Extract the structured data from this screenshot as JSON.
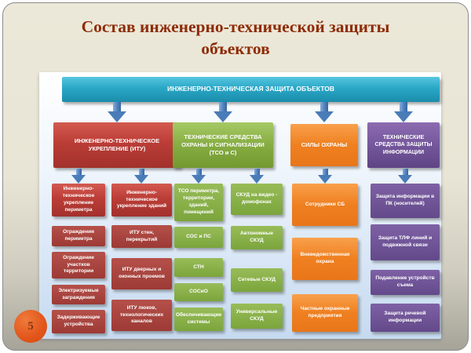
{
  "slide": {
    "page_number": "5",
    "title": "Состав инженерно-технической защиты объектов"
  },
  "diagram": {
    "root": "ИНЖЕНЕРНО-ТЕХНИЧЕСКАЯ ЗАЩИТА ОБЪЕКТОВ",
    "columns": [
      {
        "header": "ИНЖЕНЕРНО-ТЕХНИЧЕСКОЕ УКРЕПЛЕНИЕ (ИТУ)",
        "color": "#b23c35",
        "groups": [
          {
            "header": "Инженерно-техническое укрепление периметра",
            "items": [
              "Ограждения периметра",
              "Ограждение участков территории",
              "Электризуемые заграждения",
              "Задерживающие устройства"
            ]
          },
          {
            "header": "Инженерно-техническое укрепление зданий",
            "items": [
              "ИТУ стен, перекрытий",
              "ИТУ дверных и оконных проемов",
              "ИТУ люков, технологических каналов"
            ]
          }
        ]
      },
      {
        "header": "ТЕХНИЧЕСКИЕ СРЕДСТВА ОХРАНЫ И СИГНАЛИЗАЦИИ (ТСО и С)",
        "color": "#86ab43",
        "groups": [
          {
            "header": "ТСО периметра, территории, зданий, помещений",
            "items": [
              "СОС и ПС",
              "СТН",
              "СОСиО",
              "Обеспечивающие системы"
            ]
          },
          {
            "header": "СКУД на видео - домофонах",
            "items": [
              "Автономные СКУД",
              "Сетевые СКУД",
              "Универсальные СКУД"
            ]
          }
        ]
      },
      {
        "header": "СИЛЫ ОХРАНЫ",
        "color": "#ee8122",
        "items": [
          "Сотрудники СБ",
          "Вневедомственная охрана",
          "Частные охранные предприятия"
        ]
      },
      {
        "header": "ТЕХНИЧЕСКИЕ СРЕДСТВА ЗАЩИТЫ ИНФОРМАЦИИ",
        "color": "#71569a",
        "items": [
          "Защита информации в ПК (носителей)",
          "Защита ТЛФ линий и подвижной связи",
          "Подавление устройств съема",
          "Защита речевой информации"
        ]
      }
    ]
  },
  "colors": {
    "title_text": "#8e2c08",
    "root_teal": "#2aa7c6",
    "red": "#b23c35",
    "green": "#86ab43",
    "orange": "#ee8122",
    "purple": "#71569a",
    "arrow_blue": "#4a7cb8",
    "slide_background": "#e9e5d6",
    "page_badge": "#e2551b"
  }
}
